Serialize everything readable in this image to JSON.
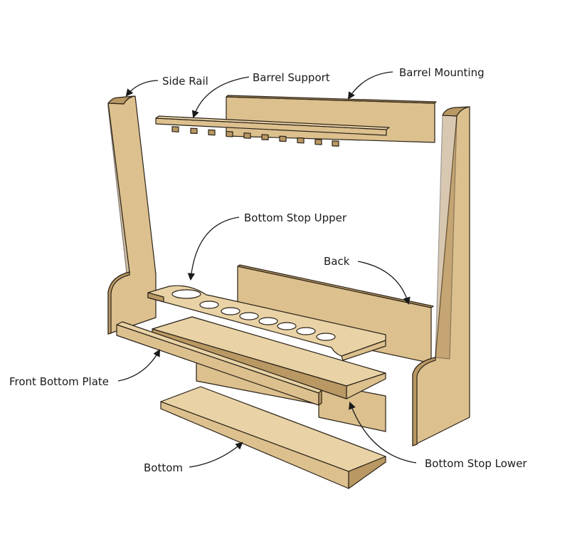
{
  "labels": {
    "side_rail": "Side Rail",
    "barrel_support": "Barrel Support",
    "barrel_mounting": "Barrel Mounting",
    "bottom_stop_upper": "Bottom Stop Upper",
    "back": "Back",
    "front_bottom_plate": "Front Bottom Plate",
    "bottom": "Bottom",
    "bottom_stop_lower": "Bottom Stop Lower"
  },
  "colors": {
    "wood_face": "#dcc08e",
    "wood_top": "#e9d3a6",
    "wood_edge": "#b99863",
    "outline": "#2a2218"
  }
}
